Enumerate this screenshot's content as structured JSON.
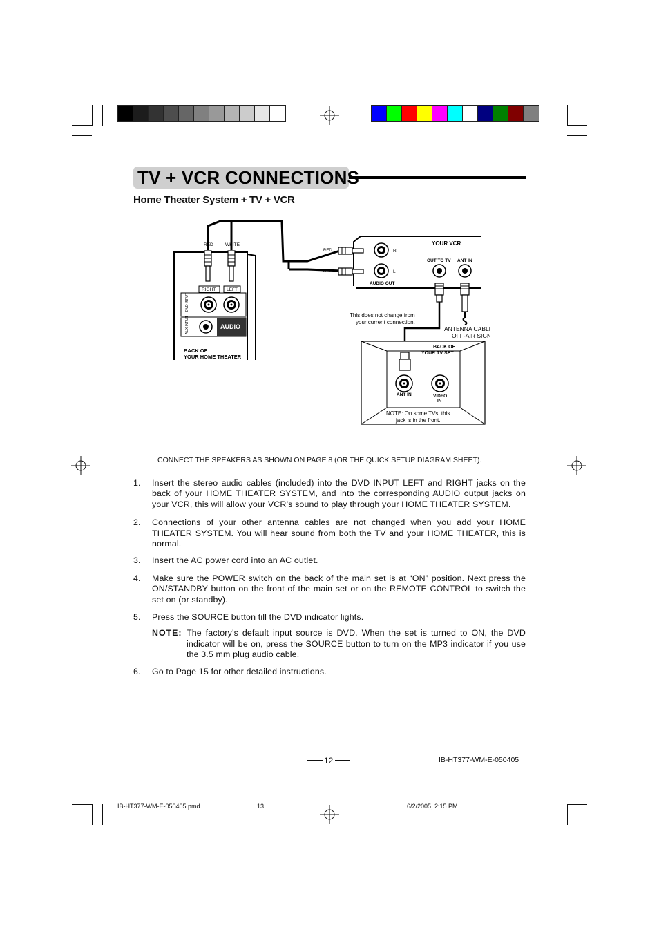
{
  "header": {
    "title": "TV + VCR CONNECTIONS",
    "subtitle": "Home Theater System + TV + VCR"
  },
  "diagram": {
    "ht_cable_left": "RED",
    "ht_cable_right": "WHITE",
    "ht_jack_right": "RIGHT",
    "ht_jack_left": "LEFT",
    "ht_dvd_input": "DVD INPUT",
    "ht_aux_input": "AUX INPUT",
    "ht_audio": "AUDIO",
    "ht_back_line1": "BACK OF",
    "ht_back_line2": "YOUR HOME THEATER",
    "vcr_title": "YOUR VCR",
    "vcr_red": "RED",
    "vcr_white": "WHITE",
    "vcr_r": "R",
    "vcr_l": "L",
    "vcr_audio_out": "AUDIO OUT",
    "vcr_out_to_tv": "OUT TO TV",
    "vcr_ant_in": "ANT IN",
    "no_change_line1": "This does not change from",
    "no_change_line2": "your current connection.",
    "antenna_line1": "ANTENNA CABLE OR",
    "antenna_line2": "OFF-AIR SIGNAL",
    "tv_back_line1": "BACK OF",
    "tv_back_line2": "YOUR TV SET",
    "tv_ant_in": "ANT IN",
    "tv_video_in_line1": "VIDEO",
    "tv_video_in_line2": "IN",
    "tv_note_line1": "NOTE: On some TVs, this",
    "tv_note_line2": "jack is in the front."
  },
  "connect_speakers": "CONNECT THE SPEAKERS AS SHOWN ON PAGE 8 (OR THE QUICK SETUP DIAGRAM SHEET).",
  "steps": [
    {
      "num": "1.",
      "text": "Insert the stereo audio cables (included) into the DVD INPUT LEFT and RIGHT jacks on the back of your HOME THEATER SYSTEM, and into the corresponding AUDIO output jacks on your VCR, this will allow your VCR’s sound to play through your HOME THEATER SYSTEM."
    },
    {
      "num": "2.",
      "text": "Connections of your other antenna cables are not changed when you add your HOME THEATER SYSTEM. You will hear sound from both the TV and your HOME THEATER, this is normal."
    },
    {
      "num": "3.",
      "text": "Insert the AC power cord into an AC outlet."
    },
    {
      "num": "4.",
      "text": "Make sure the POWER switch on the back of the main set is at “ON” position. Next press the ON/STANDBY button on the front of the main set or on the REMOTE CONTROL to switch the set on (or standby)."
    },
    {
      "num": "5.",
      "text": "Press the SOURCE button till the DVD indicator lights."
    },
    {
      "num": "6.",
      "text": "Go to Page 15 for other detailed instructions."
    }
  ],
  "note": {
    "label": "NOTE",
    "text": "The factory’s default input source is DVD. When the set is turned to ON, the DVD indicator will be on, press the SOURCE button to turn on the MP3 indicator if you use the 3.5 mm plug audio cable."
  },
  "footer": {
    "page_number": "12",
    "doc_code": "IB-HT377-WM-E-050405",
    "file_name": "IB-HT377-WM-E-050405.pmd",
    "sheet_number": "13",
    "timestamp": "6/2/2005, 2:15 PM"
  },
  "colors": {
    "gray_bar": [
      "#000000",
      "#1c1c1c",
      "#333333",
      "#4d4d4d",
      "#666666",
      "#808080",
      "#999999",
      "#b3b3b3",
      "#cccccc",
      "#e6e6e6",
      "#ffffff"
    ],
    "color_bar": [
      "#0000ff",
      "#00ff00",
      "#ff0000",
      "#ffff00",
      "#ff00ff",
      "#00ffff",
      "#ffffff",
      "#000080",
      "#008000",
      "#800000",
      "#808080"
    ],
    "title_background": "#cfcfcf"
  }
}
